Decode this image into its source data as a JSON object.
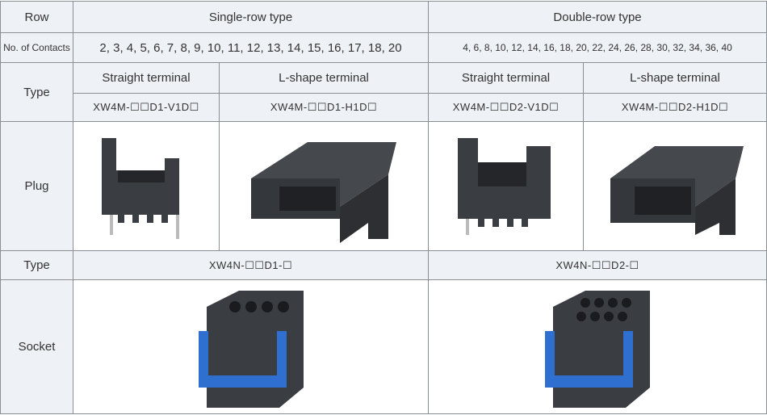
{
  "header": {
    "row_label": "Row",
    "single": "Single-row type",
    "double": "Double-row type"
  },
  "contacts": {
    "label": "No. of Contacts",
    "single": "2, 3, 4, 5, 6, 7, 8, 9, 10, 11, 12, 13, 14, 15, 16, 17, 18, 20",
    "double": "4, 6, 8, 10, 12, 14, 16, 18, 20, 22, 24, 26, 28, 30, 32, 34, 36, 40"
  },
  "type": {
    "label": "Type",
    "terminals": [
      "Straight terminal",
      "L-shape terminal",
      "Straight terminal",
      "L-shape terminal"
    ],
    "codes": [
      "XW4M-☐☐D1-V1D☐",
      "XW4M-☐☐D1-H1D☐",
      "XW4M-☐☐D2-V1D☐",
      "XW4M-☐☐D2-H1D☐"
    ]
  },
  "plug": {
    "label": "Plug"
  },
  "socket_type": {
    "label": "Type",
    "codes": [
      "XW4N-☐☐D1-☐",
      "XW4N-☐☐D2-☐"
    ]
  },
  "socket": {
    "label": "Socket"
  },
  "colors": {
    "connector": "#3a3d42",
    "latch": "#2f6fd0"
  }
}
